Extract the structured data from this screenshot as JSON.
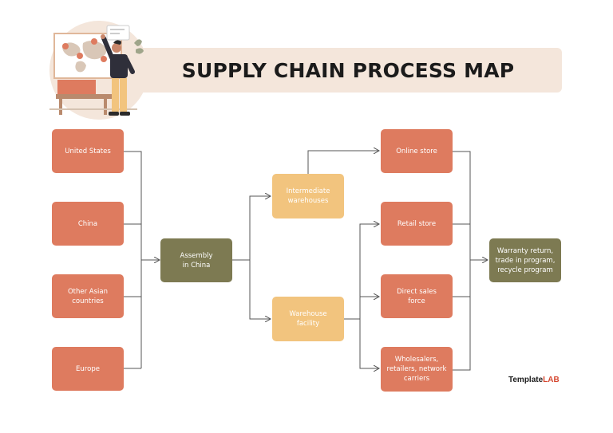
{
  "title": "SUPPLY CHAIN PROCESS MAP",
  "colors": {
    "coral": "#de7b5f",
    "olive": "#7d7a52",
    "peach": "#f2c47e",
    "banner": "#f4e6db",
    "line": "#555555"
  },
  "sources": [
    {
      "label": "United States"
    },
    {
      "label": "China"
    },
    {
      "label": "Other Asian\ncountries"
    },
    {
      "label": "Europe"
    }
  ],
  "assembly": {
    "label": "Assembly\nin China"
  },
  "distribution": [
    {
      "label": "Intermediate\nwarehouses"
    },
    {
      "label": "Warehouse\nfacility"
    }
  ],
  "channels": [
    {
      "label": "Online store"
    },
    {
      "label": "Retail store"
    },
    {
      "label": "Direct sales\nforce"
    },
    {
      "label": "Wholesalers,\nretailers, network\ncarriers"
    }
  ],
  "aftersales": {
    "label": "Warranty return,\ntrade in program,\nrecycle program"
  },
  "brand": {
    "part1": "Template",
    "part2": "LAB"
  },
  "illustration": "person-pointing-at-world-map-icon"
}
